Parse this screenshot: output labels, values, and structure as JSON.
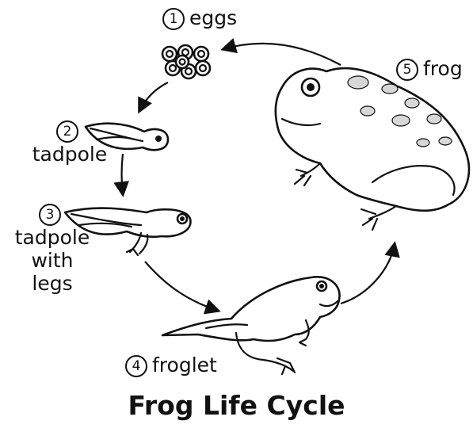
{
  "stages": [
    {
      "number": "1",
      "name": "eggs"
    },
    {
      "number": "2",
      "name": "tadpole"
    },
    {
      "number": "3",
      "name": "tadpole with legs",
      "lines": [
        "tadpole",
        "with",
        "legs"
      ]
    },
    {
      "number": "4",
      "name": "froglet"
    },
    {
      "number": "5",
      "name": "frog"
    }
  ],
  "title": "Frog Life Cycle",
  "colors": {
    "ink": "#111111",
    "background": "#ffffff",
    "spots": "#d7d7d7"
  }
}
